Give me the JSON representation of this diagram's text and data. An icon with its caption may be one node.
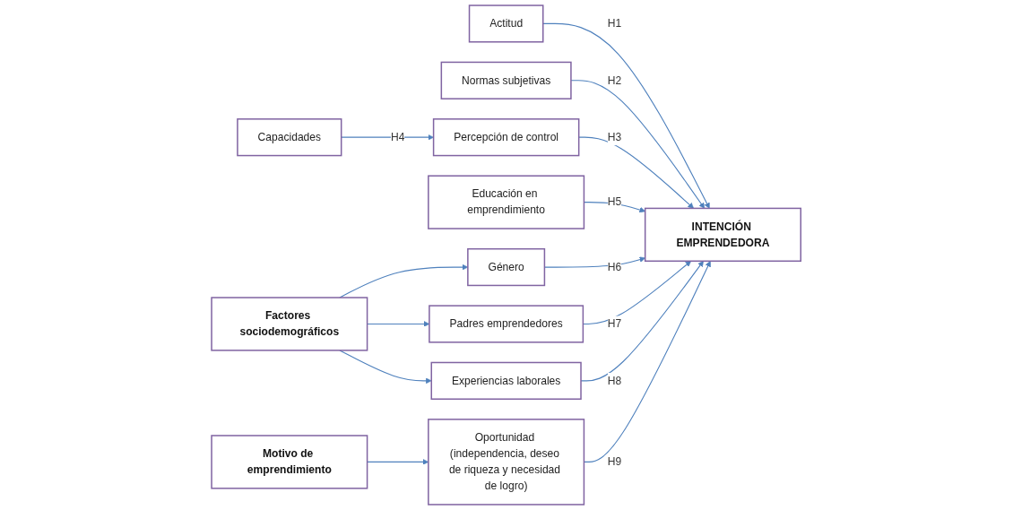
{
  "diagram": {
    "nodes": [
      {
        "text": [
          "Actitud"
        ]
      },
      {
        "text": [
          "Normas subjetivas"
        ]
      },
      {
        "text": [
          "Educación en emprendimiento"
        ]
      },
      {
        "text": [
          "Capacidades"
        ]
      },
      {
        "text": [
          "Percepción de control"
        ]
      },
      {
        "text": [
          "INTENCIÓN EMPRENDEDORA"
        ]
      },
      {
        "text": [
          "Género"
        ]
      },
      {
        "text": [
          "Padres emprendedores"
        ]
      },
      {
        "text": [
          "Experiencias laborales"
        ]
      },
      {
        "text": [
          "Oportunidad (independencia, deseo de riqueza y necesidad de logro)"
        ]
      },
      {
        "text": [
          "Factores sociodemográficos"
        ]
      },
      {
        "text": [
          "Motivo de emprendimiento"
        ]
      }
    ],
    "edges": [
      {
        "from": 0,
        "to": 5,
        "arrow": "to",
        "label": "H1"
      },
      {
        "from": 1,
        "to": 5,
        "arrow": "to",
        "label": "H2"
      },
      {
        "from": 4,
        "to": 5,
        "arrow": "to",
        "label": "H3"
      },
      {
        "from": 3,
        "to": 4,
        "arrow": "to",
        "label": "H4"
      },
      {
        "from": 2,
        "to": 5,
        "arrow": "to",
        "label": "H5"
      },
      {
        "from": 6,
        "to": 5,
        "arrow": "to",
        "label": "H6"
      },
      {
        "from": 7,
        "to": 5,
        "arrow": "to",
        "label": "H7"
      },
      {
        "from": 8,
        "to": 5,
        "arrow": "to",
        "label": "H8"
      },
      {
        "from": 9,
        "to": 5,
        "arrow": "to",
        "label": "H9"
      },
      {
        "from": 10,
        "to": 6,
        "arrow": "to"
      },
      {
        "from": 10,
        "to": 7,
        "arrow": "to"
      },
      {
        "from": 10,
        "to": 8,
        "arrow": "to"
      },
      {
        "from": 11,
        "to": 9,
        "arrow": "to"
      }
    ]
  }
}
